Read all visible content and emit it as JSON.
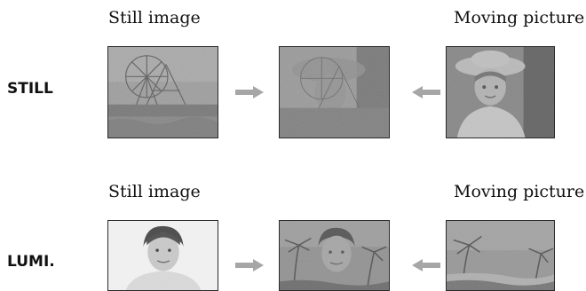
{
  "labels": {
    "still_image": "Still image",
    "moving_picture": "Moving picture"
  },
  "rows": [
    {
      "mode": "STILL",
      "left_label": "Still image",
      "right_label": "Moving picture",
      "images": [
        "ferris-wheel-photo",
        "superimposed-still-over-moving-photo",
        "girl-in-hat-photo"
      ]
    },
    {
      "mode": "LUMI.",
      "left_label": "Still image",
      "right_label": "Moving picture",
      "images": [
        "woman-portrait-photo",
        "woman-over-beach-photo",
        "beach-palm-trees-photo"
      ]
    }
  ],
  "icons": [
    "arrow-right-icon",
    "arrow-left-icon"
  ],
  "colors": {
    "arrow": "#a6a6a6",
    "text": "#111111",
    "frame": "#2b2b2b"
  }
}
